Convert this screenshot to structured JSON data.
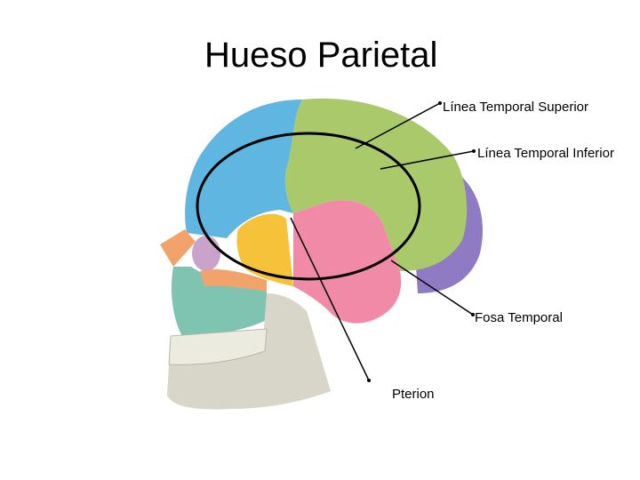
{
  "slide": {
    "title": "Hueso Parietal",
    "labels": {
      "linea_temporal_superior": "Línea Temporal Superior",
      "linea_temporal_inferior": "Línea Temporal Inferior",
      "fosa_temporal": "Fosa Temporal",
      "pterion": "Pterion"
    }
  },
  "colors": {
    "frontal": "#5fb6e0",
    "parietal": "#a9c96a",
    "occipital": "#8f7bc4",
    "temporal": "#f08aa6",
    "sphenoid": "#f6c23a",
    "zygomatic": "#7fc4b0",
    "nasal": "#f2a26b",
    "mandible": "#d8d6c8",
    "teeth": "#ecebe0",
    "outline": "#000000"
  }
}
